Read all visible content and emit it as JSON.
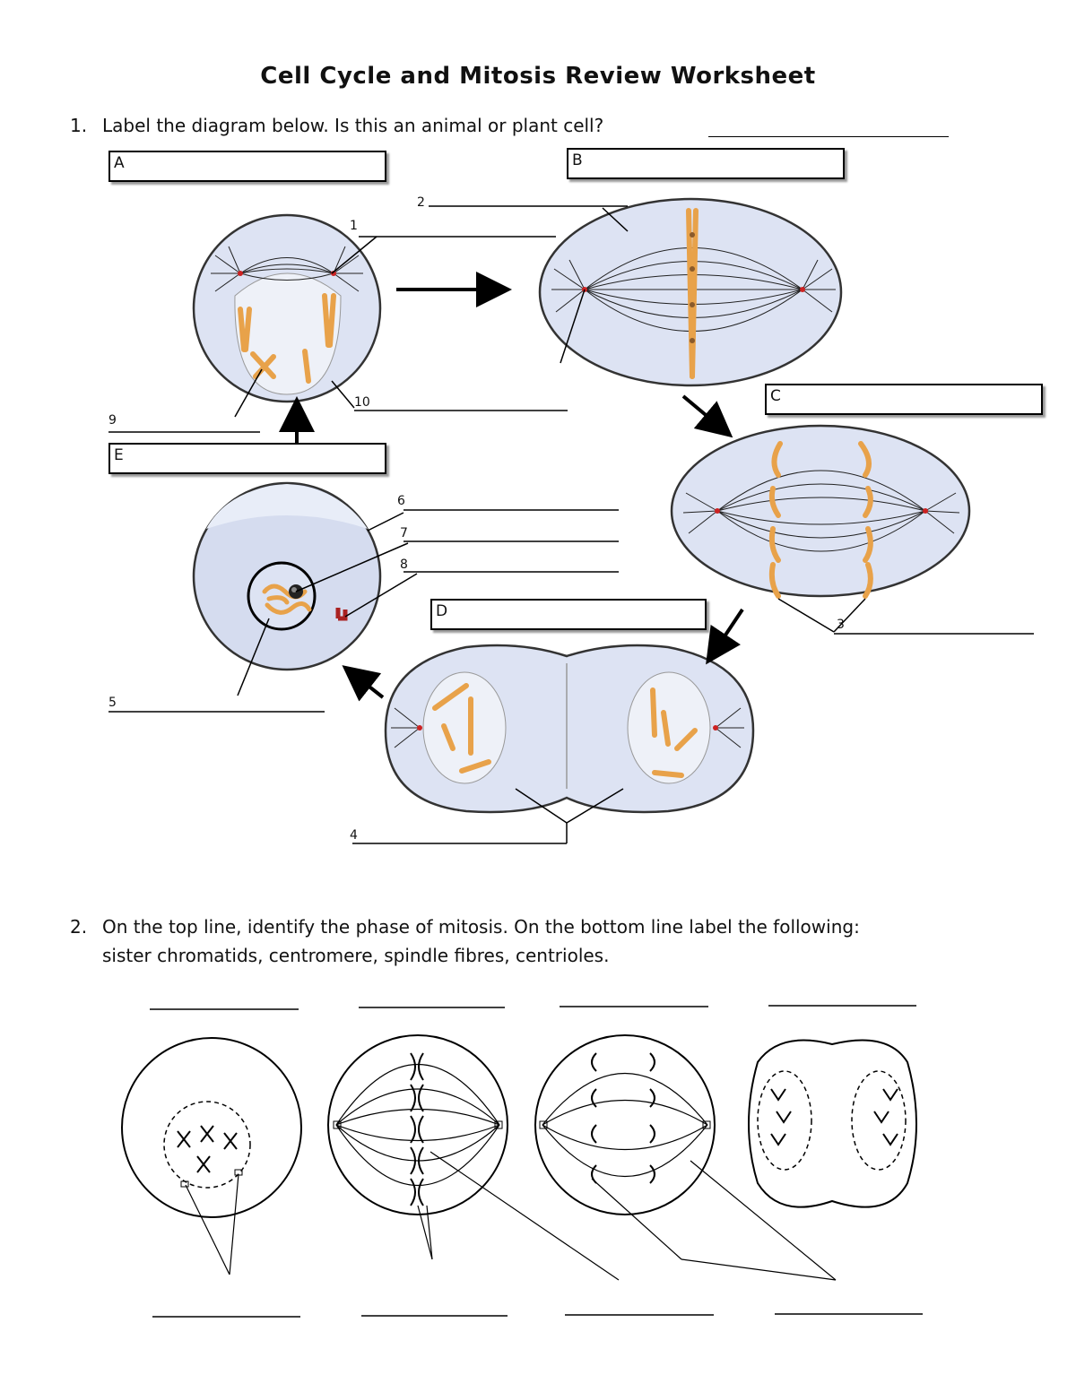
{
  "title": "Cell Cycle and Mitosis Review Worksheet",
  "question1": {
    "number": "1.",
    "text": "Label the diagram below.  Is this an animal or plant cell?"
  },
  "boxes": {
    "a": "A",
    "b": "B",
    "c": "C",
    "d": "D",
    "e": "E"
  },
  "numbers": {
    "n1": "1",
    "n2": "2",
    "n3": "3",
    "n4": "4",
    "n5": "5",
    "n6": "6",
    "n7": "7",
    "n8": "8",
    "n9": "9",
    "n10": "10"
  },
  "question2": {
    "number": "2.",
    "line1": "On the top line, identify the phase of mitosis.  On the bottom line label the following:",
    "line2": "sister chromatids, centromere, spindle fibres, centrioles."
  },
  "colors": {
    "cell_fill": "#dde3f3",
    "cell_stroke": "#333333",
    "chromosome": "#e8a24a",
    "centromere": "#8a5a2b",
    "centriole": "#cc2222"
  }
}
